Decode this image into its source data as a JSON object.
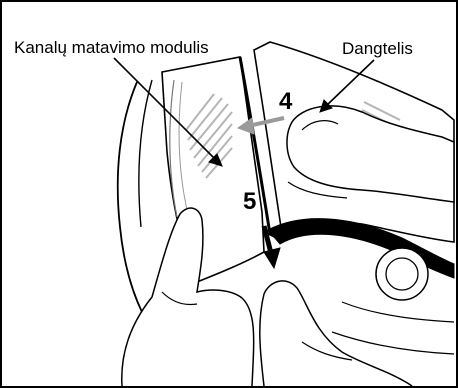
{
  "labels": {
    "module": "Kanalų matavimo modulis",
    "cover": "Dangtelis"
  },
  "steps": {
    "step4": "4",
    "step5": "5"
  },
  "colors": {
    "ink": "#000000",
    "gray_arrow": "#9a9a9a",
    "hatch": "#b5b5b5",
    "border": "#000000"
  }
}
